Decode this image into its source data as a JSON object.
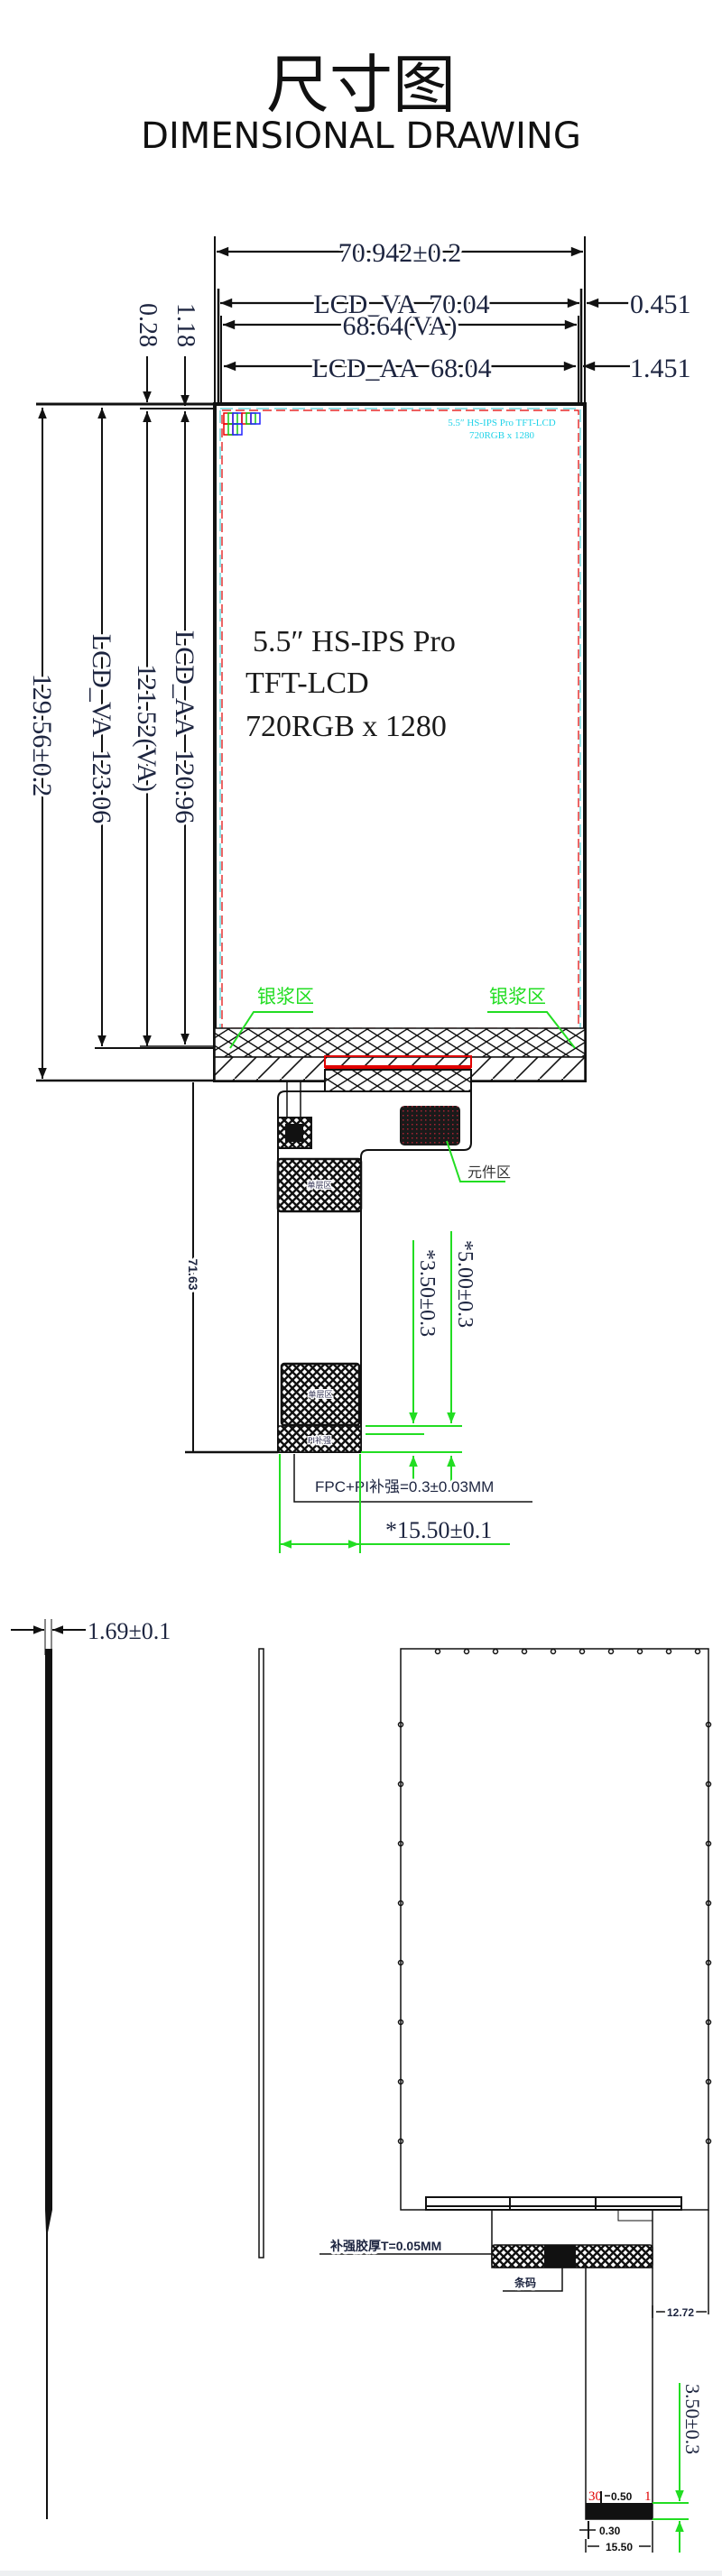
{
  "header": {
    "title_cn": "尺寸图",
    "title_en": "DIMENSIONAL DRAWING"
  },
  "front_view": {
    "overall_width": "70.942±0.2",
    "lcd_va_width": "LCD_VA  70.04",
    "va_width": "68.64(VA)",
    "lcd_aa_width": "LCD_AA  68.04",
    "right_va_offset": "0.451",
    "right_aa_offset": "1.451",
    "top_offset_a": "0.28",
    "top_offset_b": "1.18",
    "overall_height": "129.56±0.2",
    "lcd_va_height": "LCD_VA  123.06",
    "va_height": "121.52(VA)",
    "lcd_aa_height": "LCD_AA  120.96",
    "fpc_length": "71.63",
    "panel": {
      "line1": "5.5″ HS-IPS Pro",
      "line2": "TFT-LCD",
      "line3": "720RGB x 1280",
      "small_line1": "5.5″ HS-IPS Pro TFT-LCD",
      "small_line2": "720RGB x 1280"
    },
    "silver_paste_label": "银浆区",
    "component_area_label": "元件区",
    "single_layer_label": "单层区",
    "pi_stiffener_label": "PI补强",
    "dim_350": "*3.50±0.3",
    "dim_500": "*5.00±0.3",
    "stiffener_note": "FPC+PI补强=0.3±0.03MM",
    "fpc_width": "*15.50±0.1"
  },
  "side_view": {
    "thickness": "1.69±0.1"
  },
  "back_view": {
    "stiffener_tape": "补强胶厚T=0.05MM",
    "barcode_label": "条码",
    "offset": "12.72",
    "tail_dim": "3.50±0.3",
    "pin_last": "30",
    "pitch": "0.50",
    "pin_first": "1",
    "pin_width": "0.30",
    "width": "15.50"
  },
  "colors": {
    "dimension_text": "#1d2540",
    "leader_green": "#22dd22",
    "connector_red": "#e00000",
    "info_cyan": "#22d3e8"
  }
}
